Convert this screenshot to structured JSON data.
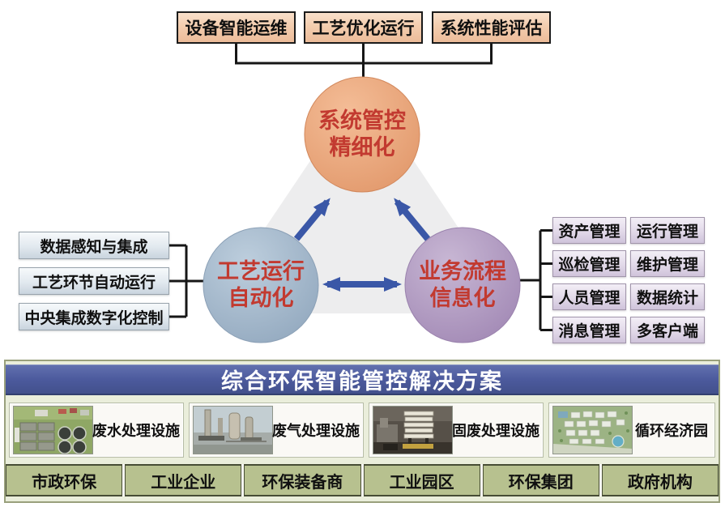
{
  "top_boxes": [
    {
      "label": "设备智能运维"
    },
    {
      "label": "工艺优化运行"
    },
    {
      "label": "系统性能评估"
    }
  ],
  "circles": {
    "top": {
      "line1": "系统管控",
      "line2": "精细化"
    },
    "left": {
      "line1": "工艺运行",
      "line2": "自动化"
    },
    "right": {
      "line1": "业务流程",
      "line2": "信息化"
    }
  },
  "left_boxes": [
    {
      "label": "数据感知与集成"
    },
    {
      "label": "工艺环节自动运行"
    },
    {
      "label": "中央集成数字化控制"
    }
  ],
  "right_boxes": [
    {
      "label": "资产管理"
    },
    {
      "label": "运行管理"
    },
    {
      "label": "巡检管理"
    },
    {
      "label": "维护管理"
    },
    {
      "label": "人员管理"
    },
    {
      "label": "数据统计"
    },
    {
      "label": "消息管理"
    },
    {
      "label": "多客户端"
    }
  ],
  "solution": {
    "banner": "综合环保智能管控解决方案",
    "facilities": [
      {
        "label": "废水处理设施",
        "image": "wastewater-plant-aerial-photo"
      },
      {
        "label": "废气处理设施",
        "image": "gas-treatment-towers-photo"
      },
      {
        "label": "固废处理设施",
        "image": "solid-waste-facility-photo"
      },
      {
        "label": "循环经济园",
        "image": "eco-industrial-park-aerial-photo"
      }
    ],
    "customers": [
      {
        "label": "市政环保"
      },
      {
        "label": "工业企业"
      },
      {
        "label": "环保装备商"
      },
      {
        "label": "工业园区"
      },
      {
        "label": "环保集团"
      },
      {
        "label": "政府机构"
      }
    ]
  },
  "colors": {
    "circle_top": "#e9a478",
    "circle_left": "#a2b5c9",
    "circle_right": "#b19cc1",
    "circle_text_red": "#c23a30",
    "arrow_blue": "#3a57a7",
    "connector_black": "#161616",
    "banner_blue": "#4c5a9d",
    "banner_text": "#ffffff",
    "top_box_peach": "#f3cdae",
    "left_box_blue": "#dde5ec",
    "right_box_purple": "#e2d9e9",
    "panel_green": "#eaeedb",
    "customer_green": "#b7c18f"
  }
}
